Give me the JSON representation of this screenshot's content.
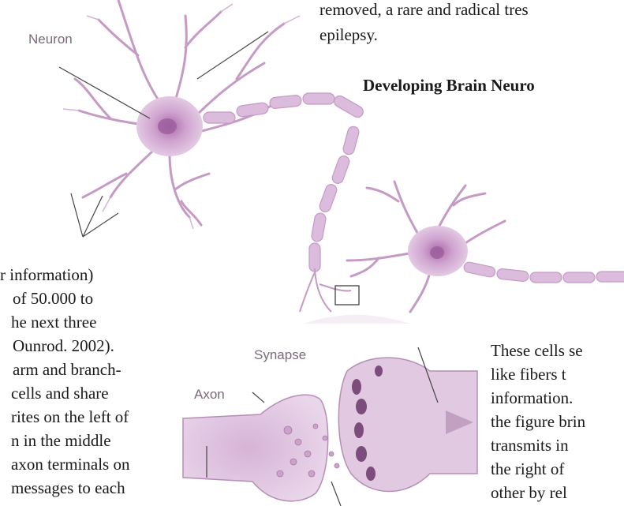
{
  "figure": {
    "label_neuron": "Neuron",
    "label_synapse": "Synapse",
    "label_axon": "Axon"
  },
  "text_top_right": {
    "line1": "removed, a rare and radical tres",
    "line2": "epilepsy."
  },
  "heading": "Developing Brain Neuro",
  "text_left": [
    "r information)",
    "of 50.000 to",
    "he next three",
    "Ounrod. 2002).",
    "arm and branch-",
    "cells and share",
    "rites on the left of",
    "n in the middle",
    "axon terminals on",
    "messages to each"
  ],
  "text_right": [
    "These cells se",
    "like fibers t",
    "information.",
    "the figure brin",
    "transmits in",
    "the right of",
    "other by rel"
  ],
  "colors": {
    "cell_fill": "#d9b6d9",
    "cell_core": "#b784b7",
    "membrane": "#c9a2c9",
    "dendrite": "#c59ac5"
  }
}
